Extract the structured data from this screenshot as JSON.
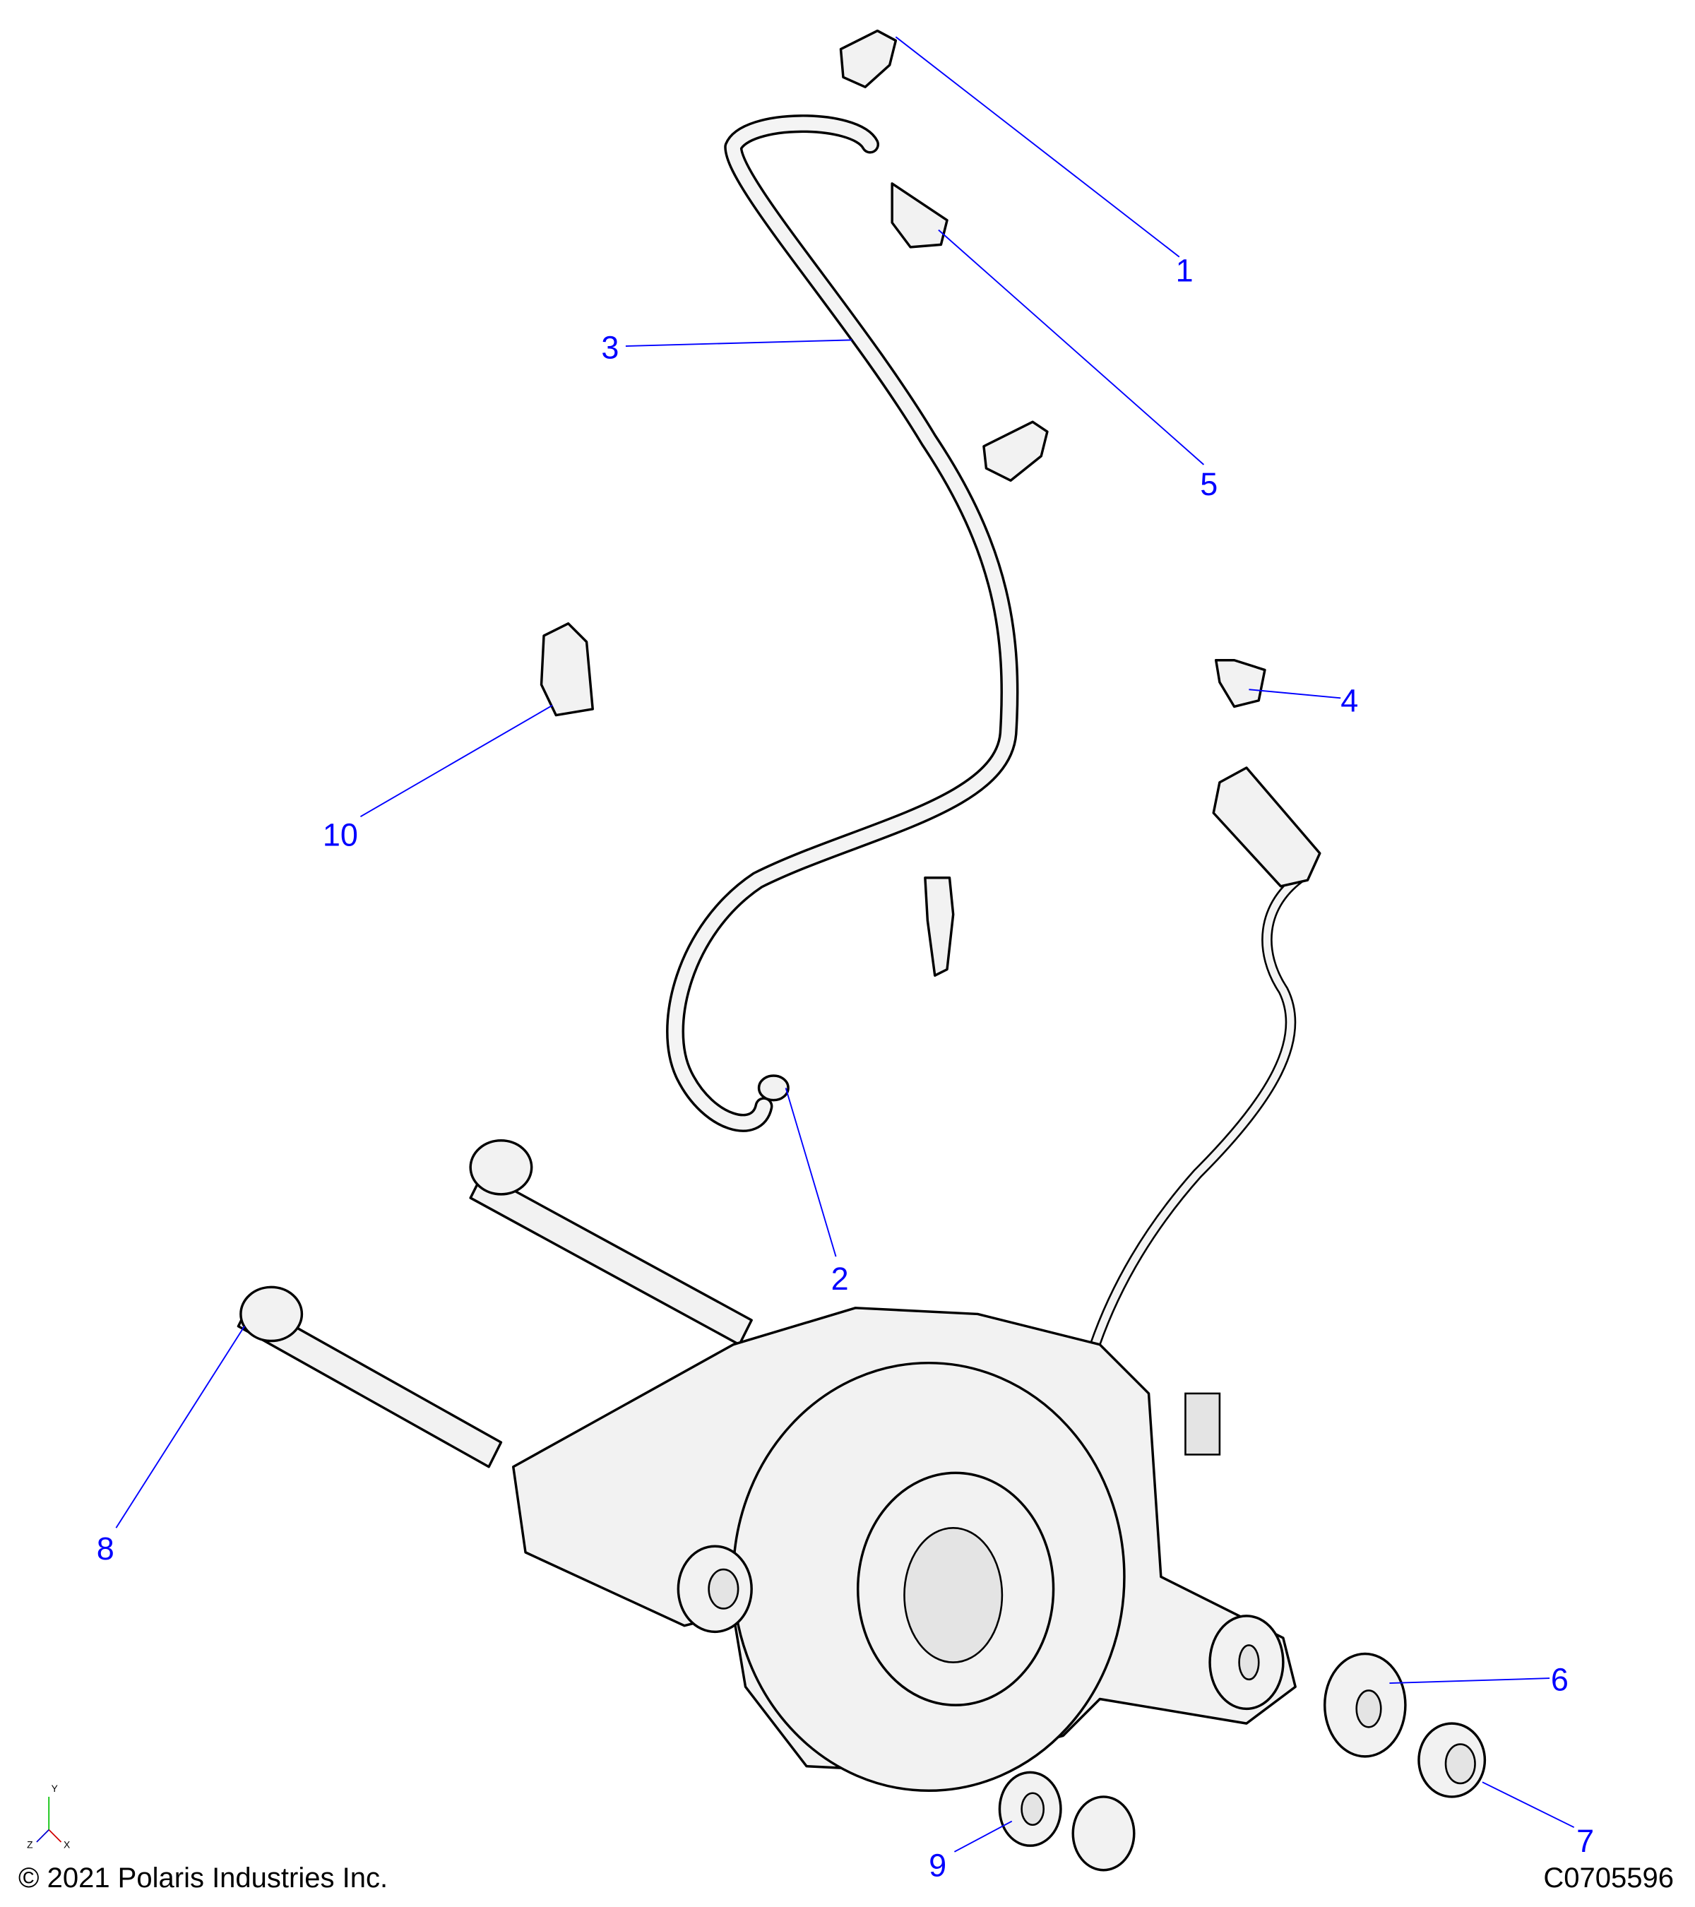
{
  "diagram": {
    "callouts": [
      "1",
      "2",
      "3",
      "4",
      "5",
      "6",
      "7",
      "8",
      "9",
      "10"
    ],
    "axis_labels": {
      "y": "Y",
      "z": "Z",
      "x": "X"
    }
  },
  "footer": {
    "copyright": "© 2021 Polaris Industries Inc.",
    "drawing_code": "C0705596"
  },
  "colors": {
    "callout": "#0000ff",
    "line_art": "#000000",
    "part_fill": "#f2f2f2"
  }
}
